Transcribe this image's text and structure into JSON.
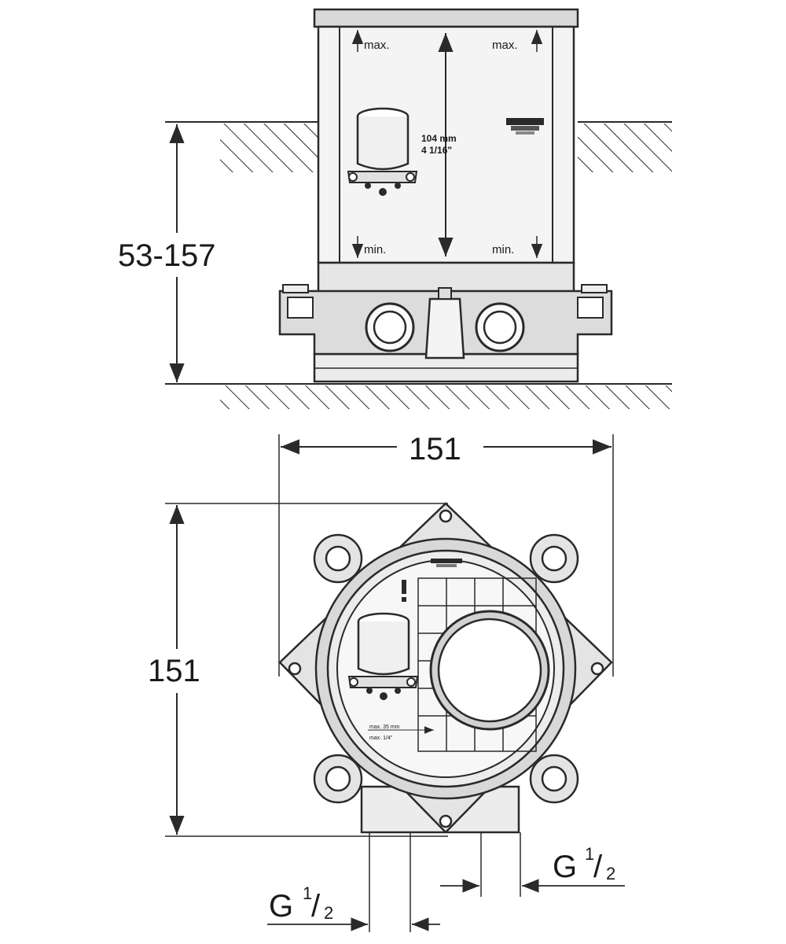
{
  "side_view": {
    "dim_height": "53-157",
    "label_max_left": "max.",
    "label_max_right": "max.",
    "label_min_left": "min.",
    "label_min_right": "min.",
    "note_mm": "104 mm",
    "note_in": "4 1/16\""
  },
  "top_view": {
    "dim_width": "151",
    "dim_height": "151",
    "max_note_1": "max. 35 mm",
    "max_note_2": "max. 1/4\"",
    "pipe_left": {
      "base": "G",
      "num": "1",
      "den": "2"
    },
    "pipe_right": {
      "base": "G",
      "num": "1",
      "den": "2"
    }
  },
  "colors": {
    "line": "#2a2a2a",
    "fill_light": "#f2f2f2",
    "fill_mid": "#d6d6d6"
  }
}
